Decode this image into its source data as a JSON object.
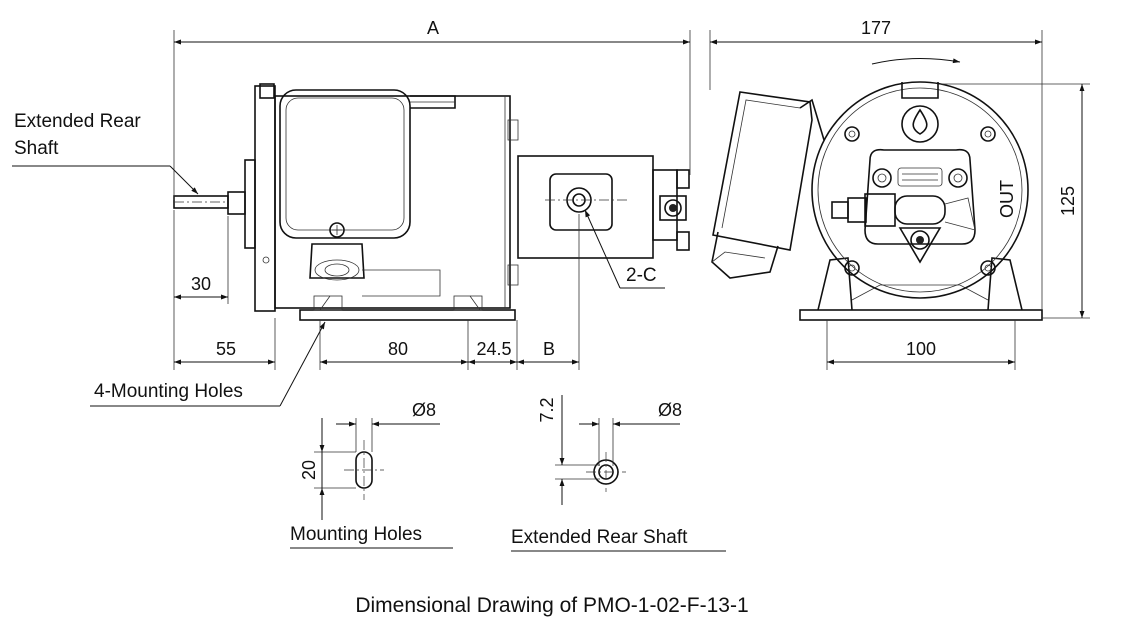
{
  "title": "Dimensional Drawing of PMO-1-02-F-13-1",
  "side_view": {
    "dim_overall_length": "A",
    "dim_rear_shaft_length": "30",
    "dim_to_first_hole": "55",
    "dim_hole_spacing": "80",
    "dim_hole_to_port": "24.5",
    "dim_port_offset": "B",
    "callout_rear_shaft_line1": "Extended Rear",
    "callout_rear_shaft_line2": "Shaft",
    "callout_mounting_holes": "4-Mounting Holes",
    "callout_port": "2-C"
  },
  "front_view": {
    "dim_width": "177",
    "dim_height": "125",
    "dim_base_width": "100",
    "port_label": "OUT"
  },
  "detail_mounting_holes": {
    "label": "Mounting Holes",
    "dim_diameter": "Ø8",
    "dim_length": "20"
  },
  "detail_rear_shaft": {
    "label": "Extended Rear Shaft",
    "dim_diameter": "Ø8",
    "dim_offset": "7.2"
  }
}
